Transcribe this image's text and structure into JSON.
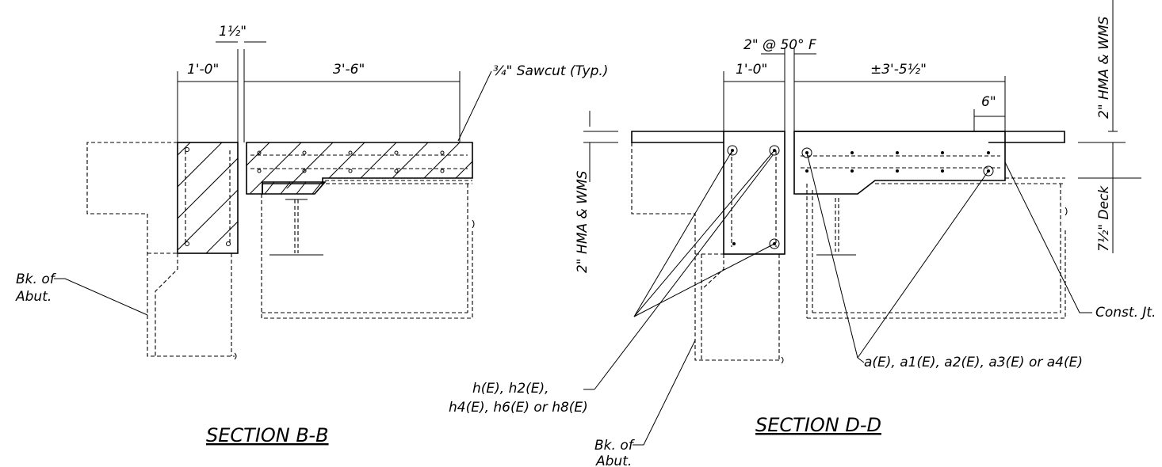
{
  "section_b": {
    "title": "SECTION B-B",
    "dim_half": "1½\"",
    "dim_width": "1'-0\"",
    "dim_span": "3'-6\"",
    "sawcut": "¾\" Sawcut (Typ.)",
    "bk_abut_1": "Bk. of",
    "bk_abut_2": "Abut."
  },
  "section_d": {
    "title": "SECTION D-D",
    "dim_top": "2\" @ 50° F",
    "dim_width": "1'-0\"",
    "dim_span": "±3'-5½\"",
    "dim_six": "6\"",
    "hma_right": "2\" HMA & WMS",
    "hma_left": "2\" HMA & WMS",
    "deck": "7½\" Deck",
    "const_jt": "Const. Jt.",
    "rebar_a": "a(E), a1(E), a2(E), a3(E) or a4(E)",
    "rebar_h_1": "h(E), h2(E),",
    "rebar_h_2": "h4(E), h6(E) or h8(E)",
    "bk_abut_1": "Bk. of",
    "bk_abut_2": "Abut."
  }
}
